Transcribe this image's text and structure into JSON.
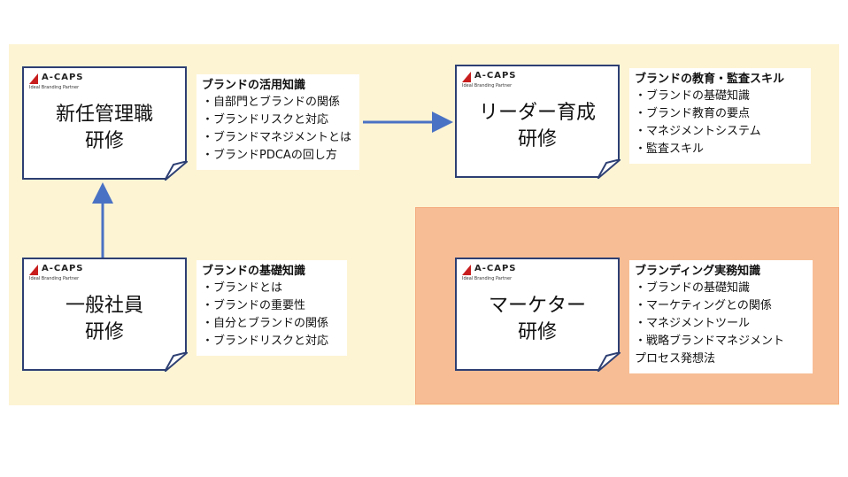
{
  "logo": {
    "name": "A-CAPS",
    "tagline": "Ideal Branding Partner"
  },
  "cards": {
    "new_manager": {
      "title": "新任管理職\n研修"
    },
    "leader": {
      "title": "リーダー育成\n研修"
    },
    "general": {
      "title": "一般社員\n研修"
    },
    "marketer": {
      "title": "マーケター\n研修"
    }
  },
  "info": {
    "new_manager": {
      "heading": "ブランドの活用知識",
      "items": [
        "・自部門とブランドの関係",
        "・ブランドリスクと対応",
        "・ブランドマネジメントとは",
        "・ブランドPDCAの回し方"
      ]
    },
    "leader": {
      "heading": "ブランドの教育・監査スキル",
      "items": [
        "・ブランドの基礎知識",
        "・ブランド教育の要点",
        "・マネジメントシステム",
        "・監査スキル"
      ]
    },
    "general": {
      "heading": "ブランドの基礎知識",
      "items": [
        "・ブランドとは",
        "・ブランドの重要性",
        "・自分とブランドの関係",
        "・ブランドリスクと対応"
      ]
    },
    "marketer": {
      "heading": "ブランディング実務知識",
      "items": [
        "・ブランドの基礎知識",
        "・マーケティングとの関係",
        "・マネジメントツール",
        "・戦略ブランドマネジメント",
        "プロセス発想法"
      ]
    }
  },
  "colors": {
    "background": "#fdf4d4",
    "marketer_zone": "#f7bd95",
    "card_border": "#2d3f73",
    "arrow": "#4a72c4",
    "logo_red": "#c81e1e"
  }
}
